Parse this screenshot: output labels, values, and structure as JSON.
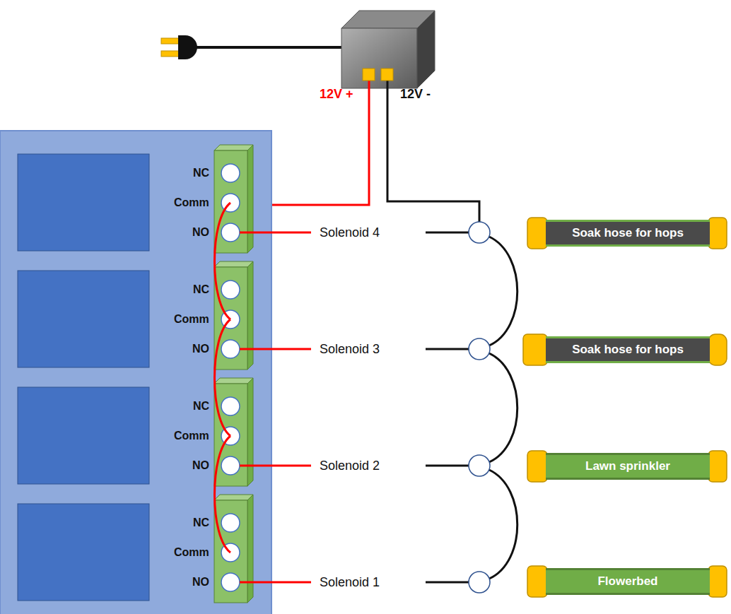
{
  "diagram": {
    "nodes": [
      {
        "text": [
          "Soak hose for hops"
        ]
      },
      {
        "text": [
          "Soak hose for hops"
        ]
      },
      {
        "text": [
          "Lawn sprinkler"
        ]
      },
      {
        "text": [
          "Flowerbed"
        ]
      }
    ],
    "labels": [
      "12V +",
      "12V -",
      "NC",
      "Comm",
      "NO",
      "Solenoid 4",
      "NC",
      "Comm",
      "NO",
      "Solenoid 3",
      "NC",
      "Comm",
      "NO",
      "Solenoid 2",
      "NC",
      "Comm",
      "NO",
      "Solenoid 1"
    ]
  }
}
